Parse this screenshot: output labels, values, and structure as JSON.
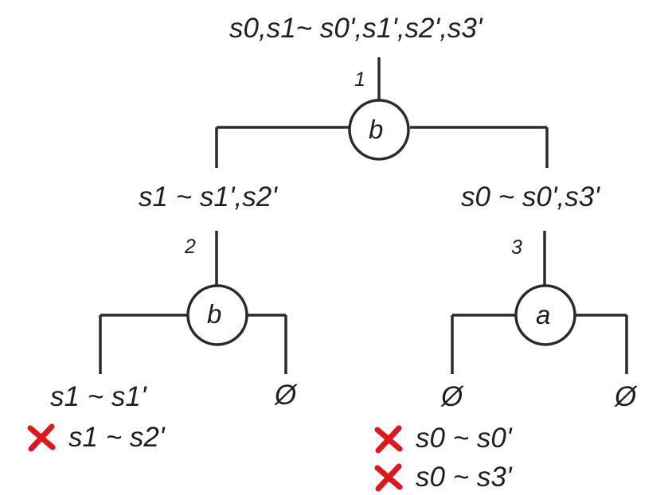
{
  "root": {
    "label": "s0,s1~ s0',s1',s2',s3'",
    "edge_number": "1",
    "node": "b"
  },
  "left_branch": {
    "label": "s1 ~ s1',s2'",
    "edge_number": "2",
    "node": "b",
    "children": [
      {
        "label": "s1 ~ s1'",
        "rejected": [
          "s1 ~ s2'"
        ]
      },
      {
        "label": "Ø",
        "rejected": []
      }
    ]
  },
  "right_branch": {
    "label": "s0 ~ s0',s3'",
    "edge_number": "3",
    "node": "a",
    "children": [
      {
        "label": "Ø",
        "rejected": [
          "s0 ~ s0'",
          "s0 ~ s3'"
        ]
      },
      {
        "label": "Ø",
        "rejected": []
      }
    ]
  },
  "colors": {
    "line": "#2b2b2b",
    "text": "#1f1f1f",
    "cross": "#e0161b"
  },
  "icons": {
    "rejected_marker": "red-cross-icon"
  }
}
